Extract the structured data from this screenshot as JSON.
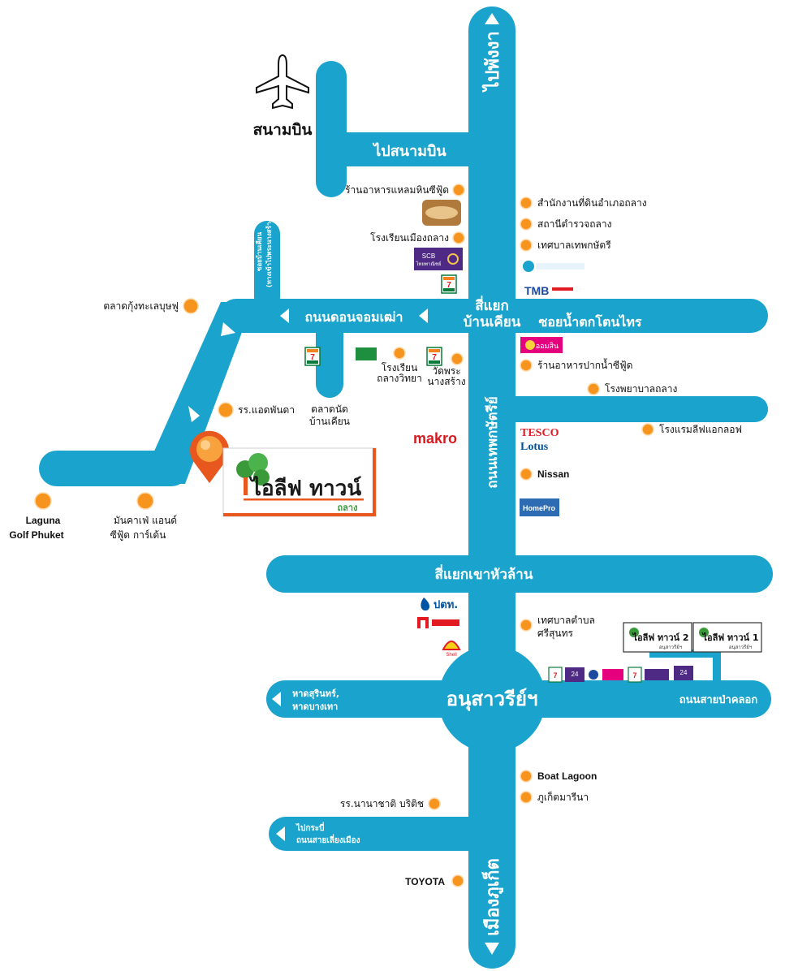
{
  "colors": {
    "road": "#1aa3cc",
    "dot": "#f7941d",
    "marker": "#e8571e",
    "logo_green": "#3a9a3a",
    "logo_orange": "#e8571e"
  },
  "roads": {
    "north": "ไปพังงา",
    "airport": "ไปสนามบิน",
    "airport_label": "สนามบิน",
    "don_jom_thao": "ถนนดอนจอมเฒ่า",
    "intersection_ban_khian_1": "สี่แยก",
    "intersection_ban_khian_2": "บ้านเคียน",
    "namtok_road": "ซอยน้ำตกโตนไทร",
    "thep_kasattri": "ถนนเทพกษัตรีย์",
    "khao_hua_lan": "สี่แยกเขาหัวล้าน",
    "monument": "อนุสาวรีย์ฯ",
    "beach_1": "หาดสุรินทร์,",
    "beach_2": "หาดบางเทา",
    "sai_paklok": "ถนนสายป่าคลอก",
    "krabi_1": "ไปกระบี่",
    "krabi_2": "ถนนสายเลี่ยงเมือง",
    "south": "เมืองภูเก็ต",
    "small_road_1": "ซอยบ้านเคียน",
    "small_road_2": "(ทางเข้าไปพระนางสร้าง)"
  },
  "pois": {
    "seafood_restaurant": "ร้านอาหารแหลมหินซีฟู้ด",
    "muang_thalang_school": "โรงเรียนเมืองถลาง",
    "district_office": "สำนักงานที่ดินอำเภอถลาง",
    "police_station": "สถานีตำรวจถลาง",
    "thep_municipality": "เทศบาลเทพกษัตรี",
    "thalang_market": "ตลาดกุ้งทะเลบุษฟู",
    "school_wittaya_1": "โรงเรียน",
    "school_wittaya_2": "ถลางวิทยา",
    "temple_1": "วัดพระ",
    "temple_2": "นางสร้าง",
    "market_1": "ตลาดนัด",
    "market_2": "บ้านเคียน",
    "pak_nam_restaurant": "ร้านอาหารปากน้ำซีฟู้ด",
    "thalang_hospital": "โรงพยาบาลถลาง",
    "golf_hotel": "โรงแรมลีฟแอกลอฟ",
    "school_kindergarten": "รร.แอดพันดา",
    "nissan": "Nissan",
    "laguna_1": "Laguna",
    "laguna_2": "Golf Phuket",
    "cafe_1": "มันคาเฟ่ แอนด์",
    "cafe_2": "ซีฟู้ด การ์เด้น",
    "sri_sunthon_1": "เทศบาลตำบล",
    "sri_sunthon_2": "ศรีสุนทร",
    "boat_lagoon": "Boat Lagoon",
    "phuket_marina": "ภูเก็ตมารีนา",
    "british_school": "รร.นานาชาติ บริติช",
    "toyota": "TOYOTA"
  },
  "brands": {
    "scb": "SCB",
    "scb_sub": "ไทยพาณิชย์",
    "seven": "7",
    "seven_sub": "ELEVEn",
    "makro": "makro",
    "tesco_1": "TESCO",
    "tesco_2": "Lotus",
    "homepro": "HomePro",
    "ptt": "ปตท.",
    "shell": "Shell",
    "tmb": "TMB",
    "aomsin": "ออมสิน",
    "twentyfour": "24"
  },
  "project": {
    "name": "ไอลีฟ ทาวน์",
    "sub": "ถลาง"
  },
  "project2": {
    "name": "ไอลีฟ ทาวน์ 2",
    "sub": "อนุสาวรีย์ฯ"
  },
  "project1": {
    "name": "ไอลีฟ ทาวน์ 1",
    "sub": "อนุสาวรีย์ฯ"
  }
}
